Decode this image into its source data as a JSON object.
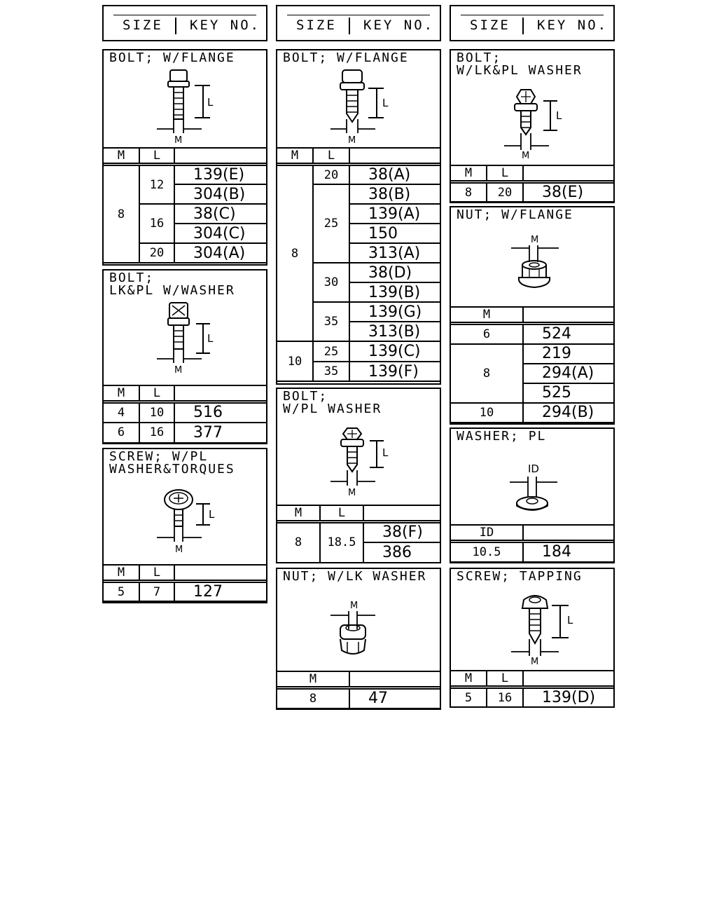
{
  "headers": [
    {
      "size": "SIZE",
      "key": "KEY NO."
    },
    {
      "size": "SIZE",
      "key": "KEY NO."
    },
    {
      "size": "SIZE",
      "key": "KEY NO."
    }
  ],
  "col_labels": {
    "m": "M",
    "l": "L",
    "id": "ID"
  },
  "parts": {
    "bolt_flange_1": {
      "title": "BOLT; W/FLANGE",
      "rows": [
        {
          "m": "8",
          "l": "12",
          "keys": [
            "139(E)",
            "304(B)"
          ]
        },
        {
          "m": "",
          "l": "16",
          "keys": [
            "38(C)",
            "304(C)"
          ]
        },
        {
          "m": "",
          "l": "20",
          "keys": [
            "304(A)"
          ]
        }
      ]
    },
    "bolt_lkpl": {
      "title": "BOLT;\nLK&PL W/WASHER",
      "rows": [
        {
          "m": "4",
          "l": "10",
          "key": "516"
        },
        {
          "m": "6",
          "l": "16",
          "key": "377"
        }
      ]
    },
    "screw_torques": {
      "title": "SCREW; W/PL\nWASHER&TORQUES",
      "rows": [
        {
          "m": "5",
          "l": "7",
          "key": "127"
        }
      ]
    },
    "bolt_flange_2": {
      "title": "BOLT; W/FLANGE",
      "rows": [
        {
          "m": "8",
          "l": "20",
          "key": "38(A)"
        },
        {
          "l": "25",
          "keys": [
            "38(B)",
            "139(A)",
            "150",
            "313(A)"
          ]
        },
        {
          "l": "30",
          "keys": [
            "38(D)",
            "139(B)"
          ]
        },
        {
          "l": "35",
          "keys": [
            "139(G)",
            "313(B)"
          ]
        },
        {
          "m": "10",
          "l": "25",
          "key": "139(C)"
        },
        {
          "l": "35",
          "key": "139(F)"
        }
      ]
    },
    "bolt_plwasher": {
      "title": "BOLT;\nW/PL WASHER",
      "rows": [
        {
          "m": "8",
          "l": "18.5",
          "keys": [
            "38(F)",
            "386"
          ]
        }
      ]
    },
    "nut_lkwasher": {
      "title": "NUT; W/LK WASHER",
      "rows": [
        {
          "m": "8",
          "key": "47"
        }
      ]
    },
    "bolt_lkplwasher": {
      "title": "BOLT;\nW/LK&PL WASHER",
      "rows": [
        {
          "m": "8",
          "l": "20",
          "key": "38(E)"
        }
      ]
    },
    "nut_flange": {
      "title": "NUT; W/FLANGE",
      "rows": [
        {
          "m": "6",
          "key": "524"
        },
        {
          "m": "8",
          "keys": [
            "219",
            "294(A)",
            "525"
          ]
        },
        {
          "m": "10",
          "key": "294(B)"
        }
      ]
    },
    "washer_pl": {
      "title": "WASHER; PL",
      "rows": [
        {
          "id": "10.5",
          "key": "184"
        }
      ]
    },
    "screw_tapping": {
      "title": "SCREW; TAPPING",
      "rows": [
        {
          "m": "5",
          "l": "16",
          "key": "139(D)"
        }
      ]
    }
  }
}
